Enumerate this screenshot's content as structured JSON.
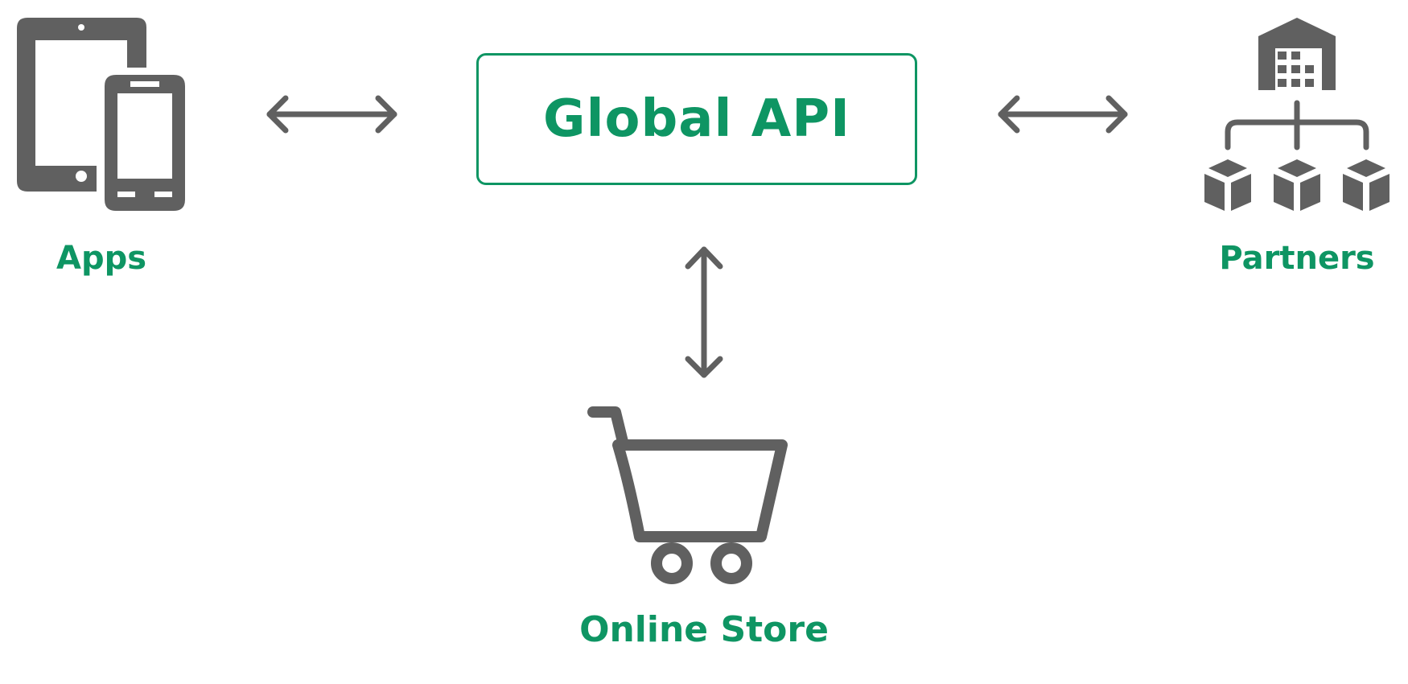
{
  "api": {
    "title": "Global API"
  },
  "nodes": {
    "apps": {
      "label": "Apps",
      "icon": "devices-icon"
    },
    "partners": {
      "label": "Partners",
      "icon": "warehouse-network-icon"
    },
    "store": {
      "label": "Online Store",
      "icon": "shopping-cart-icon"
    }
  },
  "colors": {
    "accent": "#0e9563",
    "icon": "#606060",
    "background": "#ffffff"
  }
}
